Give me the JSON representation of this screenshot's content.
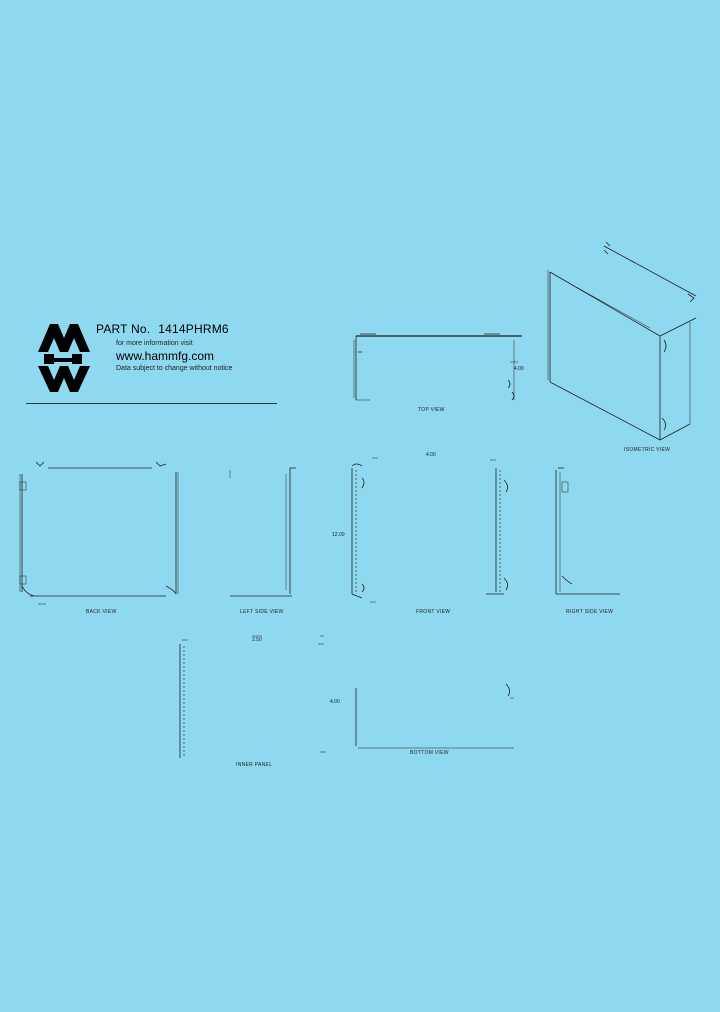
{
  "header": {
    "part_label": "PART No.",
    "part_number": "1414PHRM6",
    "info_line": "for more information visit",
    "website": "www.hammfg.com",
    "notice": "Data subject to change without notice"
  },
  "views": {
    "top": "TOP VIEW",
    "isometric": "ISOMETRIC VIEW",
    "back": "BACK VIEW",
    "left_side": "LEFT SIDE VIEW",
    "front": "FRONT VIEW",
    "right_side": "RIGHT SIDE VIEW",
    "inner_panel": "INNER PANEL",
    "bottom": "BOTTOM VIEW"
  },
  "dimensions": {
    "top_width": "4.00",
    "top_depth": "4.00",
    "front_height": "12.00",
    "inner_width": "2.50",
    "bottom_depth": "4.00"
  },
  "colors": {
    "background": "#8ed8f0",
    "line": "#222222"
  }
}
